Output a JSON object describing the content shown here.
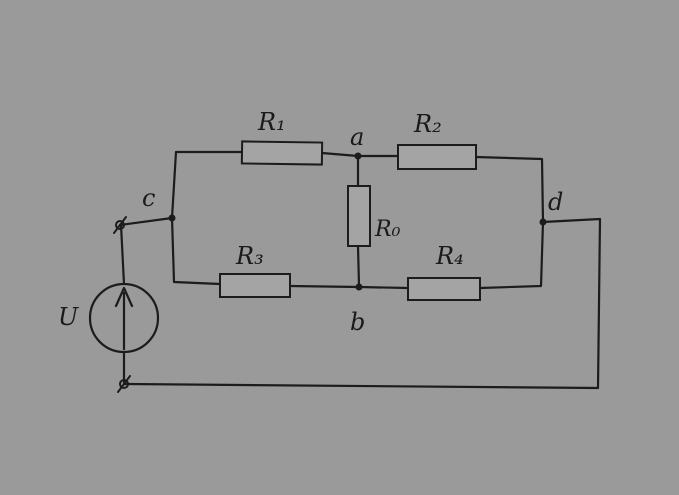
{
  "circuit": {
    "resistors": {
      "r1": "R₁",
      "r2": "R₂",
      "r3": "R₃",
      "r4": "R₄",
      "r0": "R₀"
    },
    "nodes": {
      "a": "a",
      "b": "b",
      "c": "c",
      "d": "d"
    },
    "source": {
      "label": "U"
    }
  }
}
